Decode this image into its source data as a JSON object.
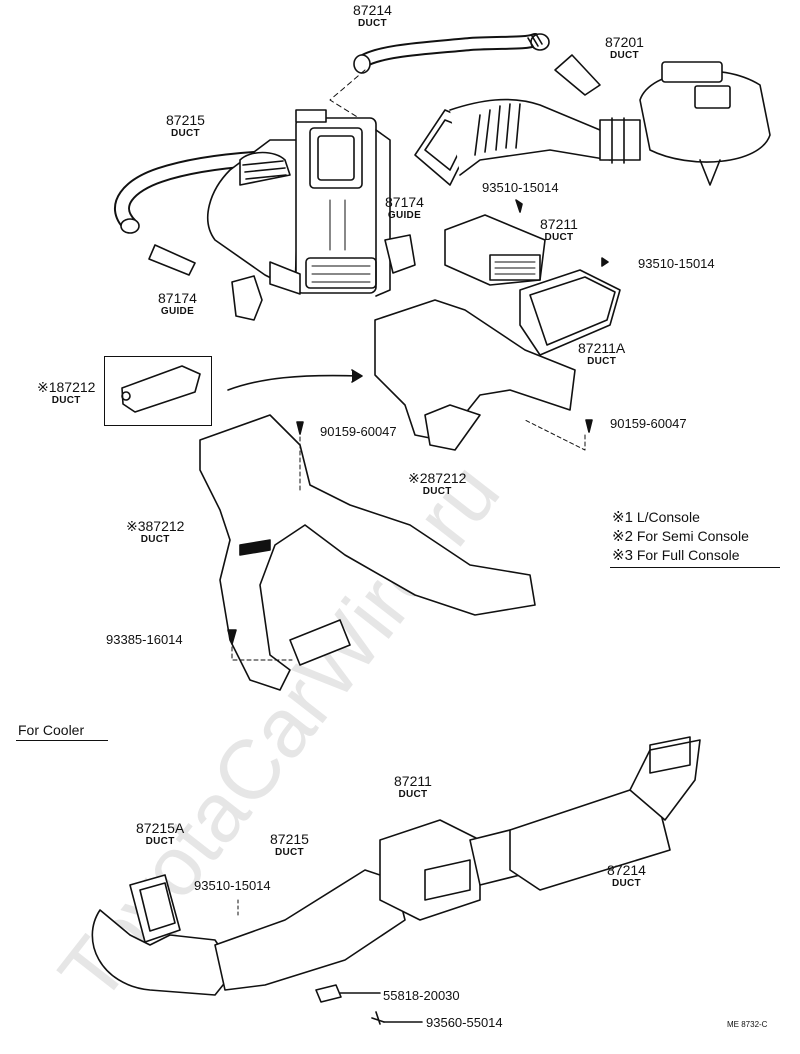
{
  "labels": {
    "p87214_top": {
      "num": "87214",
      "name": "DUCT"
    },
    "p87201": {
      "num": "87201",
      "name": "DUCT"
    },
    "p87215_top": {
      "num": "87215",
      "name": "DUCT"
    },
    "p87174_right": {
      "num": "87174",
      "name": "GUIDE"
    },
    "p87174_left": {
      "num": "87174",
      "name": "GUIDE"
    },
    "p87211_top": {
      "num": "87211",
      "name": "DUCT"
    },
    "p87211A": {
      "num": "87211A",
      "name": "DUCT"
    },
    "p87212_1": {
      "num": "※187212",
      "name": "DUCT"
    },
    "p87212_2": {
      "num": "※287212",
      "name": "DUCT"
    },
    "p87212_3": {
      "num": "※387212",
      "name": "DUCT"
    },
    "p87211_bottom": {
      "num": "87211",
      "name": "DUCT"
    },
    "p87215A": {
      "num": "87215A",
      "name": "DUCT"
    },
    "p87215_bottom": {
      "num": "87215",
      "name": "DUCT"
    },
    "p87214_bottom": {
      "num": "87214",
      "name": "DUCT"
    }
  },
  "part_numbers": {
    "n93510_a": "93510-15014",
    "n93510_b": "93510-15014",
    "n90159_a": "90159-60047",
    "n90159_b": "90159-60047",
    "n93385": "93385-16014",
    "n93510_c": "93510-15014",
    "n55818": "55818-20030",
    "n93560": "93560-55014"
  },
  "legend": [
    {
      "mark": "※1",
      "text": "L/Console"
    },
    {
      "mark": "※2",
      "text": "For Semi Console"
    },
    {
      "mark": "※3",
      "text": "For Full Console"
    }
  ],
  "section_title": "For Cooler",
  "watermark": "ToyotaCarWire.ru",
  "diagram_code": "ME 8732-C"
}
